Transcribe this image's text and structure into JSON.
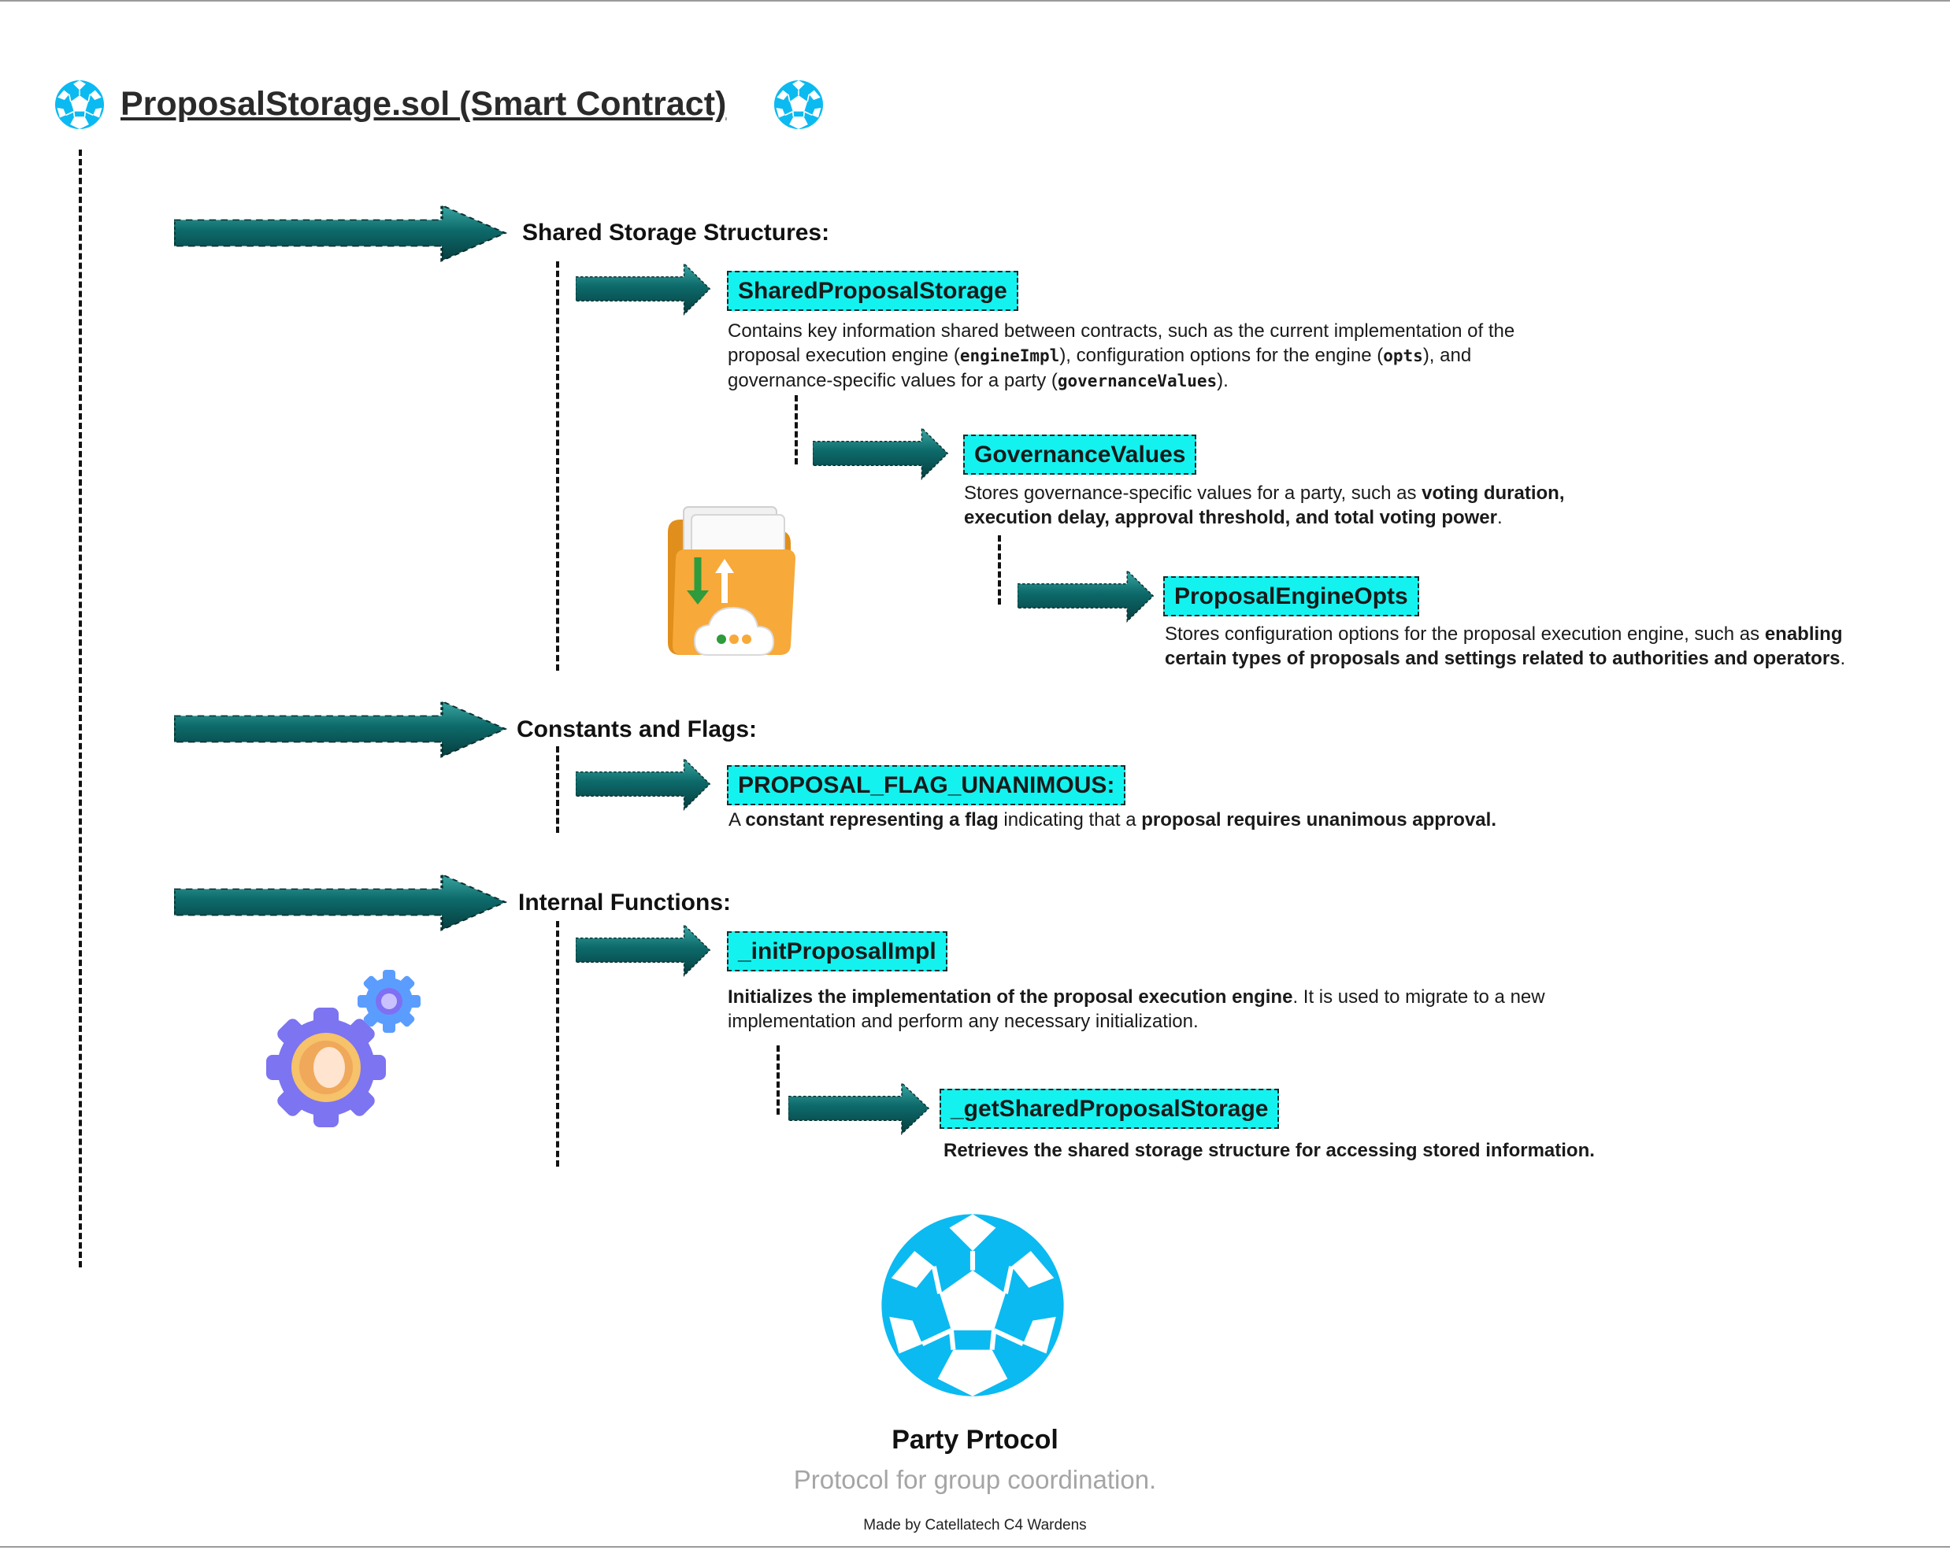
{
  "title": "ProposalStorage.sol (Smart Contract)",
  "icons": {
    "title_left": "party-logo-icon",
    "title_right": "party-logo-icon",
    "folder": "cloud-folder-icon",
    "gears": "gears-icon",
    "footer": "party-logo-icon"
  },
  "colors": {
    "tag_bg": "#14f2ef",
    "arrow": "#0f6262",
    "logo": "#0bbaf1"
  },
  "sections": {
    "shared": {
      "heading": "Shared Storage Structures:",
      "shared_proposal_storage": {
        "label": "SharedProposalStorage",
        "desc": {
          "t1": "Contains key information shared between contracts, such as the current implementation of the proposal execution engine (",
          "c1": "engineImpl",
          "t2": "), configuration options for the engine (",
          "c2": "opts",
          "t3": "), and governance-specific values for a party (",
          "c3": "governanceValues",
          "t4": ")."
        }
      },
      "governance_values": {
        "label": "GovernanceValues",
        "desc": {
          "t1": "Stores governance-specific values for a party, such as ",
          "b1": "voting duration, execution delay, approval threshold, and total voting power",
          "t2": "."
        }
      },
      "proposal_engine_opts": {
        "label": "ProposalEngineOpts",
        "desc": {
          "t1": "Stores configuration options for the proposal execution engine, such as ",
          "b1": "enabling certain types of proposals and settings related to authorities and operators",
          "t2": "."
        }
      }
    },
    "constants": {
      "heading": "Constants and Flags:",
      "flag": {
        "label": "PROPOSAL_FLAG_UNANIMOUS:",
        "desc": {
          "t1": "A ",
          "b1": "constant representing a flag",
          "t2": " indicating that a ",
          "b2": "proposal requires unanimous approval."
        }
      }
    },
    "functions": {
      "heading": "Internal Functions:",
      "init": {
        "label": "_initProposalImpl",
        "desc": {
          "b1": "Initializes the implementation of the proposal execution engine",
          "t1": ". It is used to migrate to a new implementation and perform any necessary initialization."
        }
      },
      "get": {
        "label": "_getSharedProposalStorage",
        "desc": {
          "b1": "Retrieves the shared storage structure for accessing stored information."
        }
      }
    }
  },
  "footer": {
    "name": "Party Prtocol",
    "tagline": "Protocol for group coordination.",
    "credit": "Made by Catellatech C4 Wardens"
  }
}
